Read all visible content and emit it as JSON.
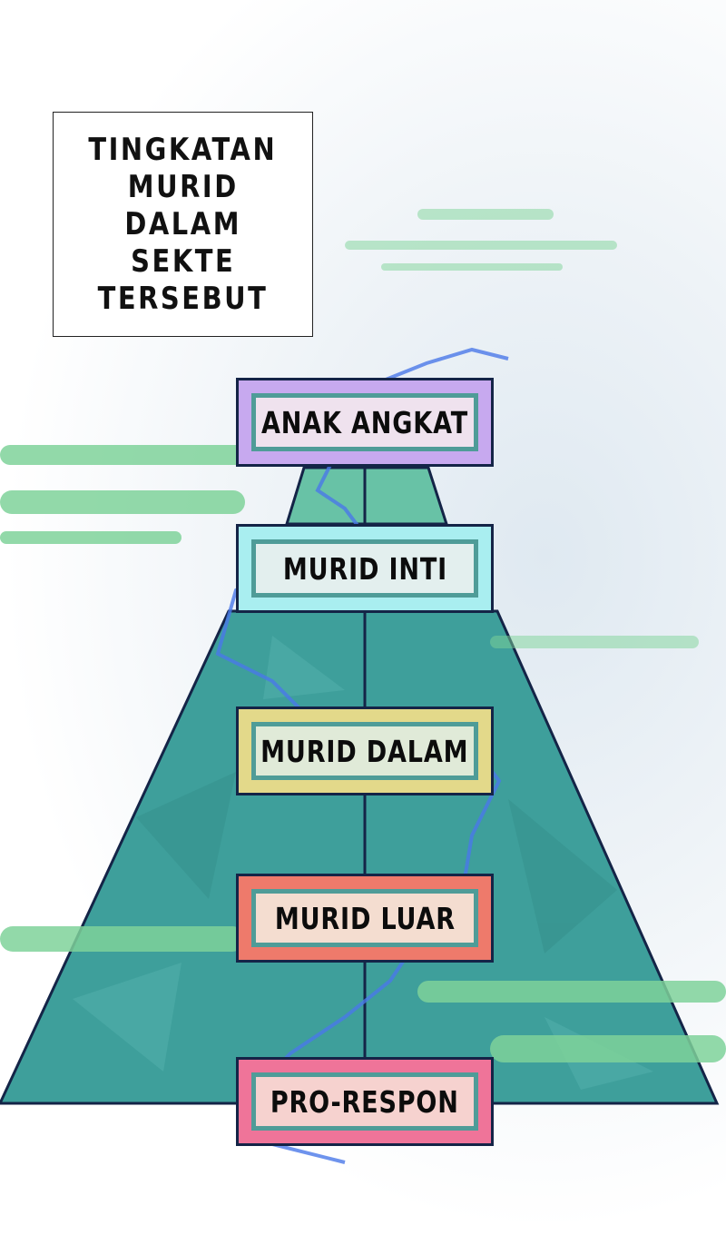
{
  "caption": {
    "lines": [
      "TINGKATAN",
      "MURID",
      "DALAM",
      "SEKTE",
      "TERSEBUT"
    ]
  },
  "pyramid": {
    "tiers": [
      {
        "label": "ANAK ANGKAT",
        "frame": "#c7a9ef",
        "inner": "#efe2ee"
      },
      {
        "label": "MURID INTI",
        "frame": "#a9eef0",
        "inner": "#e3efee"
      },
      {
        "label": "MURID DALAM",
        "frame": "#e3d98a",
        "inner": "#e0ead8"
      },
      {
        "label": "MURID LUAR",
        "frame": "#ee7a6b",
        "inner": "#f4ddd0"
      },
      {
        "label": "PRO-RESPON",
        "frame": "#ef7499",
        "inner": "#f6d2cf"
      }
    ],
    "fill_color": "#3e9f9b",
    "outline_color": "#142447",
    "cloud_color": "#7fd39a",
    "lightning_color": "#4a78e8"
  }
}
